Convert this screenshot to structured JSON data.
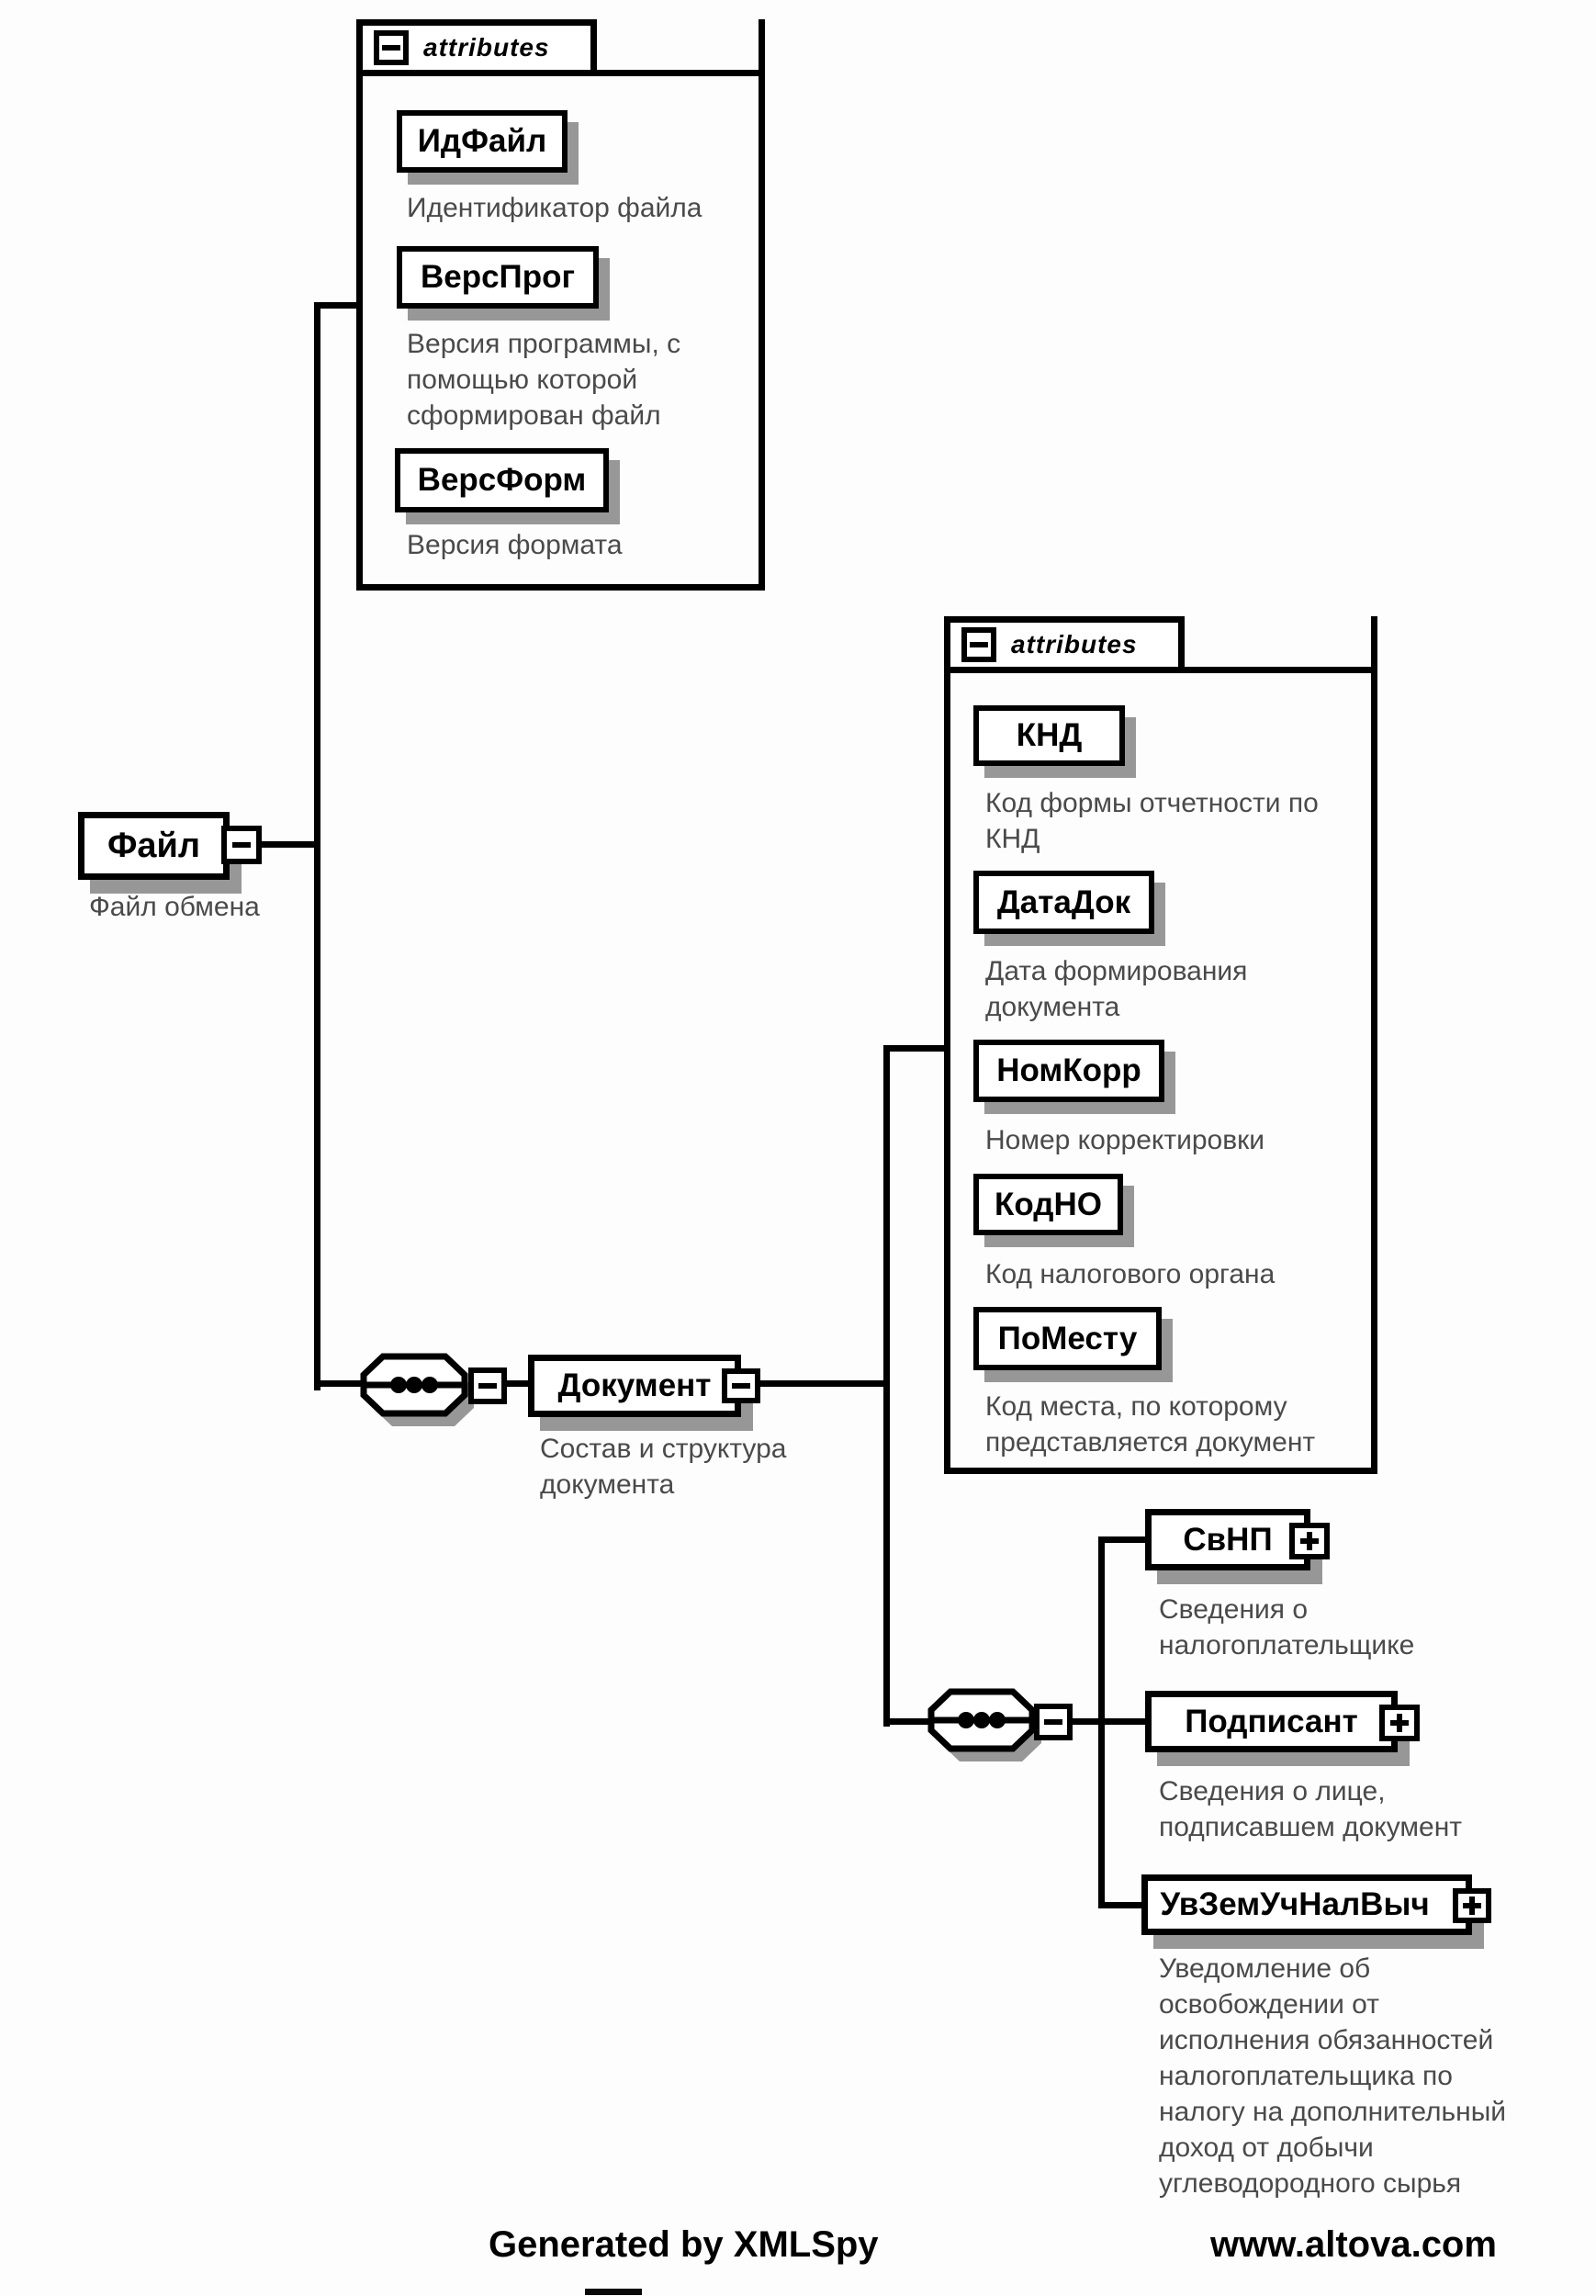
{
  "diagram": {
    "attributes_group_label": "attributes",
    "root": {
      "name": "Файл",
      "annotation": "Файл обмена"
    },
    "root_attributes": [
      {
        "name": "ИдФайл",
        "annotation": "Идентификатор файла"
      },
      {
        "name": "ВерсПрог",
        "annotation": "Версия программы, с\nпомощью которой\nсформирован файл"
      },
      {
        "name": "ВерсФорм",
        "annotation": "Версия формата"
      }
    ],
    "document": {
      "name": "Документ",
      "annotation": "Состав и структура\nдокумента"
    },
    "document_attributes": [
      {
        "name": "КНД",
        "annotation": "Код формы отчетности по\nКНД"
      },
      {
        "name": "ДатаДок",
        "annotation": "Дата формирования\nдокумента"
      },
      {
        "name": "НомКорр",
        "annotation": "Номер корректировки"
      },
      {
        "name": "КодНО",
        "annotation": "Код налогового органа"
      },
      {
        "name": "ПоМесту",
        "annotation": "Код места, по которому\nпредставляется документ"
      }
    ],
    "document_children": [
      {
        "name": "СвНП",
        "annotation": "Сведения о\nналогоплательщике"
      },
      {
        "name": "Подписант",
        "annotation": "Сведения о лице,\nподписавшем документ"
      },
      {
        "name": "УвЗемУчНалВыч",
        "annotation": "Уведомление об\nосвобождении от\nисполнения обязанностей\nналогоплательщика по\nналогу на дополнительный\nдоход от добычи\nуглеводородного сырья"
      }
    ],
    "icons": {
      "collapse": "minus",
      "expand": "plus",
      "sequence": "sequence-dots"
    },
    "footer": {
      "generated_by": "Generated by XMLSpy",
      "website": "www.altova.com"
    }
  }
}
